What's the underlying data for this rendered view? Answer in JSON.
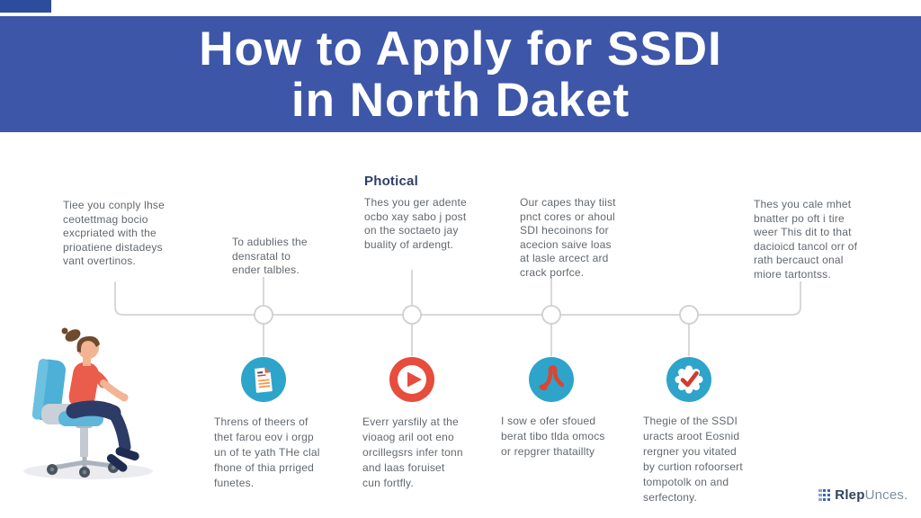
{
  "banner": {
    "title_line1": "How to Apply for SSDI",
    "title_line2": "in North Daket"
  },
  "steps": {
    "top_blocks": [
      {
        "text": "Tiee you conply lhse\nceotettmag bocio\nexcpriated with the\nprioatiene distadeys\nvant overtinos."
      },
      {
        "text": "To adublies the\ndensratal to\nender talbles."
      },
      {
        "heading": "Photical",
        "text": "Thes you ger adente\nocbo xay sabo j post\non the soctaeto jay\nbuality of ardengt."
      },
      {
        "text": "Our capes thay tiist\npnct cores or ahoul\nSDI hecoinons for\nacecion saive loas\nat lasle arcect ard\ncrack porfce."
      },
      {
        "text": "Thes you cale mhet\nbnatter po oft i tire\nweer This dit to that\ndacioicd tancol orr of\nrath bercauct onal\nmiore tartontss."
      }
    ],
    "bottom_blocks": [
      {
        "icon": "document-icon",
        "text": "Threns of theers of\nthet farou eov i orgp\nun of te yath THe clal\nfhone of thia prriged\nfunetes."
      },
      {
        "icon": "play-icon",
        "text": "Everr yarsfily at the\nvioaog aril oot eno\norcillegsrs infer tonn\nand laas foruiset\ncun fortfly."
      },
      {
        "icon": "pdf-icon",
        "text": "I sow e ofer sfoued\nberat tibo tlda omocs\nor repgrer thataillty"
      },
      {
        "icon": "verified-badge-icon",
        "text": "Thegie of the SSDI\nuracts aroot Eosnid\nrergner you vitated\nby curtion rofoorsert\ntompotolk on and\nserfectony."
      }
    ]
  },
  "footer": {
    "brand_bold": "Rlep",
    "brand_rest": "Unces."
  },
  "illustration": {
    "description": "woman sitting on office chair"
  },
  "colors": {
    "banner_blue": "#3d56a8",
    "corner_blue": "#2c4c9c",
    "icon_blue": "#2ea4cb",
    "icon_red": "#e74c3c",
    "accent_red": "#d8432f",
    "heading_navy": "#2f3f68",
    "body_text": "#62686e",
    "line_gray": "#d8d8d8"
  }
}
